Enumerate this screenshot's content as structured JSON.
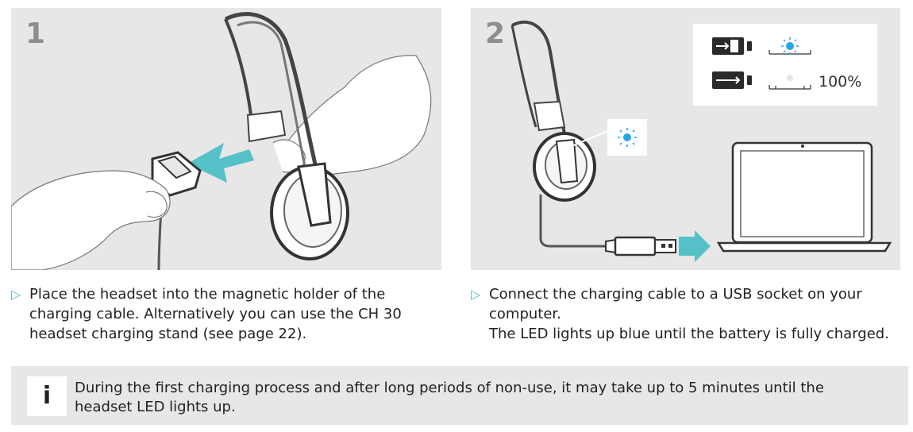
{
  "step1": {
    "number": "1",
    "arrow_glyph": "▷",
    "text": "Place the headset into the magnetic holder of the charging cable. Alternatively you can use the CH 30 headset charging stand (see page 22)."
  },
  "step2": {
    "number": "2",
    "arrow_glyph": "▷",
    "text_line1": "Connect the charging cable to a USB socket on your computer.",
    "text_line2": "The LED lights up blue until the battery is fully charged.",
    "charge_percent": "100%"
  },
  "info": {
    "icon_letter": "i",
    "text": "During the first charging process and after long periods of non-use, it may take up to 5 minutes until the headset LED lights up."
  },
  "colors": {
    "accent_teal": "#55c0c8",
    "led_blue": "#27a5e8",
    "panel_gray": "#e7e7e7"
  }
}
